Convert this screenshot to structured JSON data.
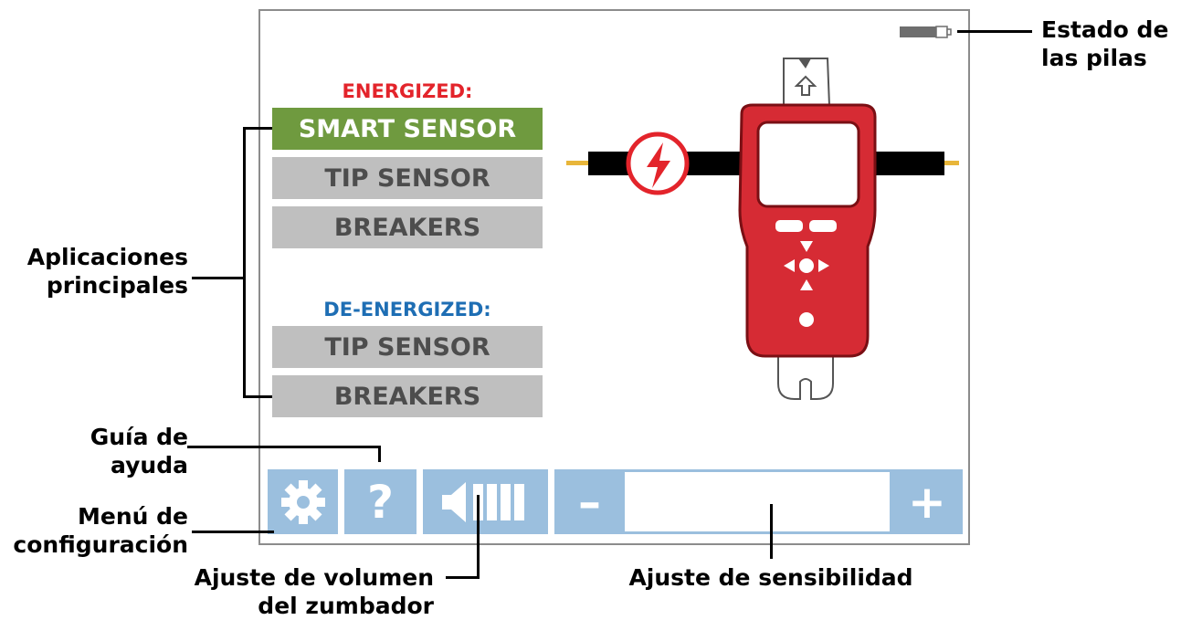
{
  "colors": {
    "energized": "#e3242b",
    "de_energized": "#1e6eb4",
    "selected_button": "#6f9a3f",
    "button": "#bfbfbf",
    "toolbar": "#9bbfde",
    "device": "#d62b34"
  },
  "status": {
    "battery_icon": "battery-icon"
  },
  "energized": {
    "heading": "ENERGIZED:",
    "buttons": [
      {
        "label": "SMART SENSOR",
        "selected": true
      },
      {
        "label": "TIP SENSOR",
        "selected": false
      },
      {
        "label": "BREAKERS",
        "selected": false
      }
    ]
  },
  "de_energized": {
    "heading": "DE-ENERGIZED:",
    "buttons": [
      {
        "label": "TIP SENSOR",
        "selected": false
      },
      {
        "label": "BREAKERS",
        "selected": false
      }
    ]
  },
  "toolbar": {
    "settings_icon": "gear-icon",
    "help_label": "?",
    "volume_icon": "speaker-volume-icon",
    "sensitivity_minus": "–",
    "sensitivity_plus": "+"
  },
  "callouts": {
    "battery": [
      "Estado de",
      "las pilas"
    ],
    "main_apps": [
      "Aplicaciones",
      "principales"
    ],
    "help": [
      "Guía de",
      "ayuda"
    ],
    "settings": [
      "Menú de",
      "configuración"
    ],
    "volume": [
      "Ajuste de volumen",
      "del zumbador"
    ],
    "sensitivity": "Ajuste de sensibilidad"
  }
}
